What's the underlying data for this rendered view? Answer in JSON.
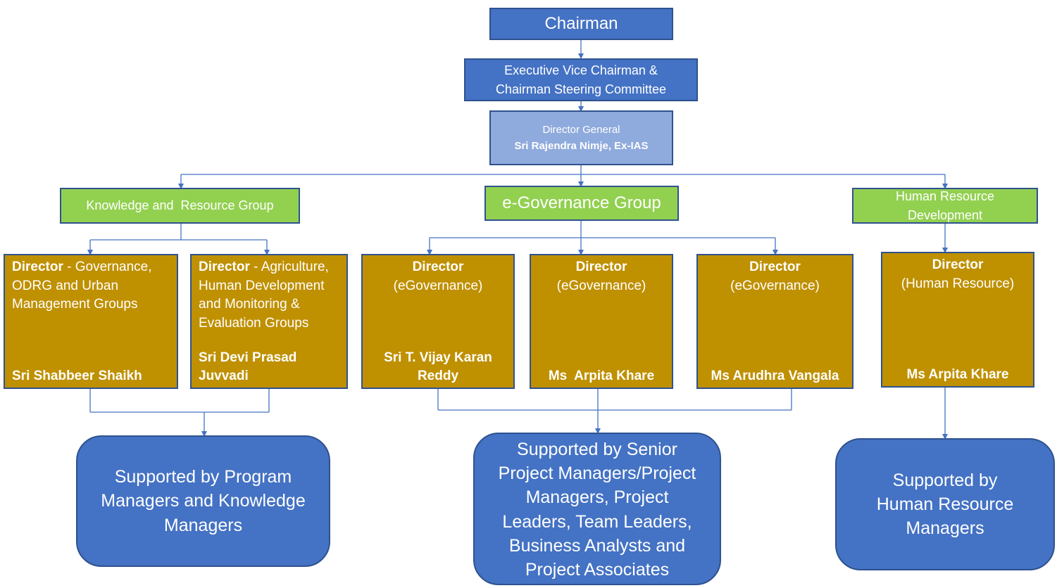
{
  "chairman": "Chairman",
  "executive_vice_chairman": "Executive Vice Chairman &\nChairman Steering Committee",
  "director_general": {
    "title": "Director General",
    "name": "Sri Rajendra Nimje, Ex-IAS"
  },
  "groups": {
    "knowledge": "Knowledge and  Resource Group",
    "egov": "e-Governance Group",
    "hrd": "Human Resource\nDevelopment"
  },
  "directors": [
    {
      "title": "Director",
      "role": " - Governance,\nODRG and Urban\nManagement Groups",
      "name": "Sri Shabbeer Shaikh"
    },
    {
      "title": "Director",
      "role": " - Agriculture,\nHuman Development\nand Monitoring &\nEvaluation Groups",
      "name": "Sri Devi  Prasad\nJuvvadi"
    },
    {
      "title": "Director",
      "role": "(eGovernance)",
      "name": "Sri T. Vijay Karan\nReddy"
    },
    {
      "title": "Director",
      "role": "(eGovernance)",
      "name": "Ms  Arpita Khare"
    },
    {
      "title": "Director",
      "role": "(eGovernance)",
      "name": "Ms Arudhra Vangala"
    },
    {
      "title": "Director",
      "role": "(Human Resource)",
      "name": "Ms Arpita Khare"
    }
  ],
  "support": {
    "knowledge": "Supported by Program\nManagers and Knowledge\nManagers",
    "egov": "Supported by Senior\nProject Managers/Project\nManagers, Project\nLeaders, Team Leaders,\nBusiness Analysts and\nProject Associates",
    "hrd": "Supported by\nHuman Resource\nManagers"
  },
  "colors": {
    "blue": "#4472C4",
    "light_blue": "#8FAADC",
    "green": "#92D050",
    "gold": "#BF9000",
    "connector": "#4472C4"
  }
}
